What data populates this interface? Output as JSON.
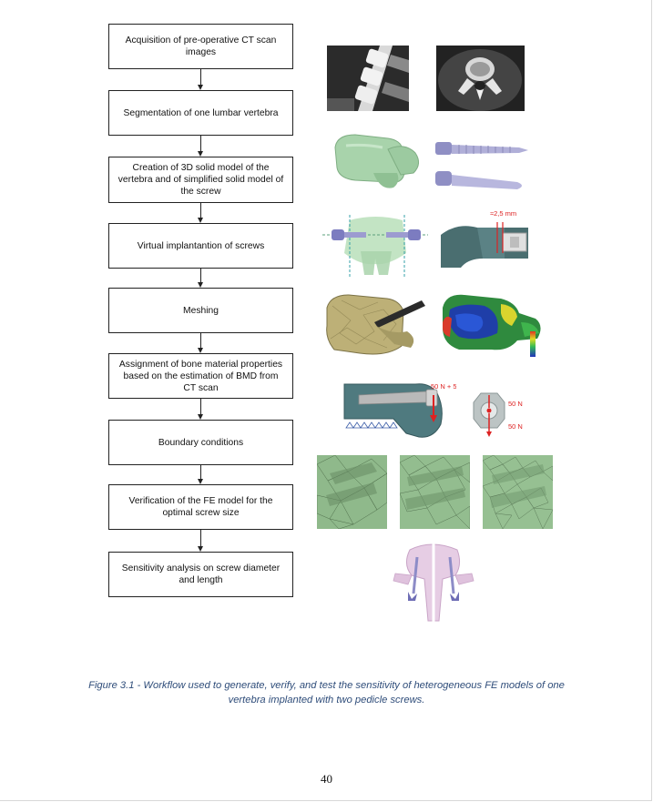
{
  "workflow": {
    "steps": [
      "Acquisition of pre-operative CT scan images",
      "Segmentation of one lumbar vertebra",
      "Creation of 3D solid model of the vertebra and of simplified solid model of the screw",
      "Virtual implantantion of screws",
      "Meshing",
      "Assignment of bone material properties based on the estimation of BMD from CT scan",
      "Boundary conditions",
      "Verification of the FE model for the optimal screw size",
      "Sensitivity analysis on screw diameter and length"
    ]
  },
  "figure_labels": {
    "screw_depth": "≈2,5 mm",
    "load_total": "50 N + 50 N",
    "load_top": "50 N",
    "load_bottom": "50 N"
  },
  "caption": {
    "line1": "Figure 3.1 - Workflow used to generate, verify, and test the sensitivity of heterogeneous FE models of one",
    "line2": "vertebra implanted with two pedicle screws."
  },
  "page_number": "40",
  "colors": {
    "bone_green": "#9fc9a4",
    "mesh_yellow": "#bdb077",
    "screw_lilac": "#a8a7cf",
    "load_red": "#dd2222",
    "caption_blue": "#2f4d7a"
  }
}
